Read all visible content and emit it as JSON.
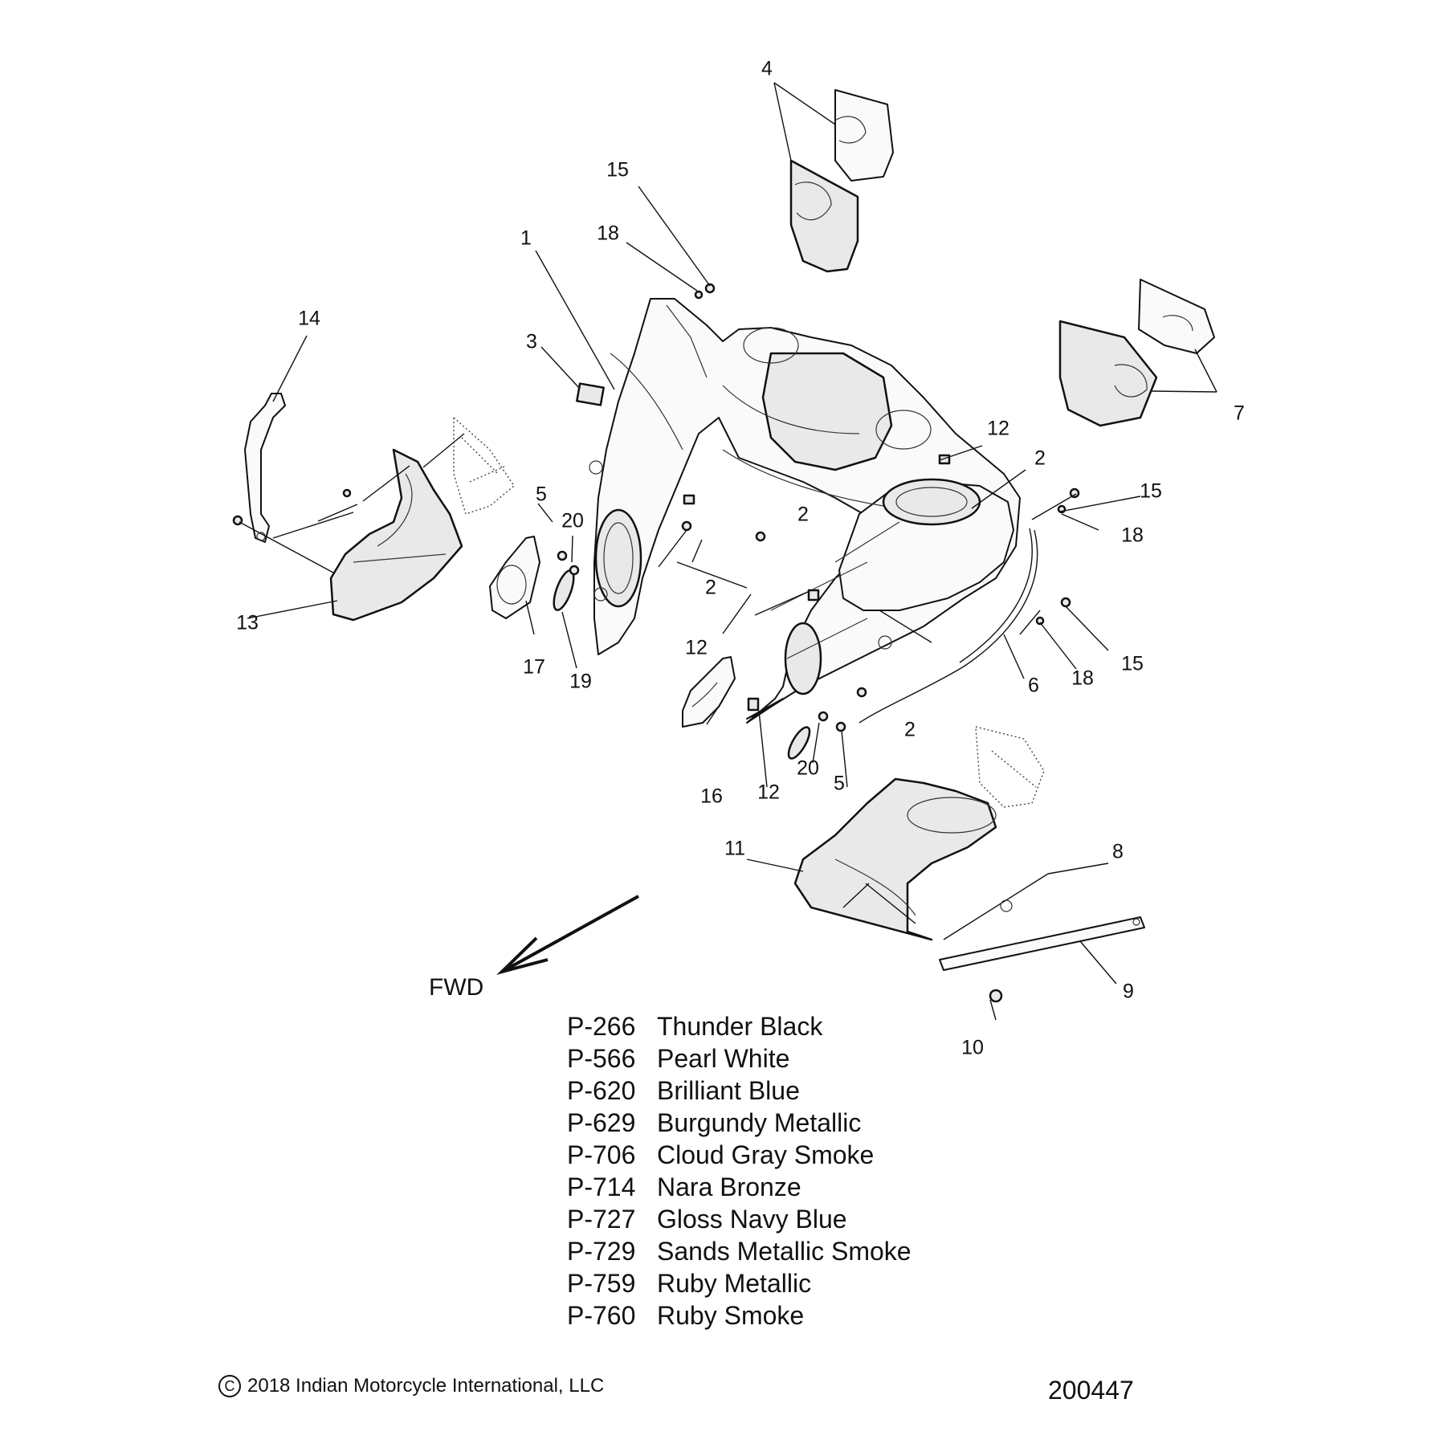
{
  "diagram": {
    "fwd_label": "FWD",
    "callouts": {
      "c1": "1",
      "c2a": "2",
      "c2b": "2",
      "c2c": "2",
      "c2d": "2",
      "c3": "3",
      "c4": "4",
      "c5a": "5",
      "c5b": "5",
      "c6": "6",
      "c7": "7",
      "c8": "8",
      "c9": "9",
      "c10": "10",
      "c11": "11",
      "c12a": "12",
      "c12b": "12",
      "c12c": "12",
      "c13": "13",
      "c14": "14",
      "c15a": "15",
      "c15b": "15",
      "c15c": "15",
      "c16": "16",
      "c17": "17",
      "c18a": "18",
      "c18b": "18",
      "c18c": "18",
      "c19": "19",
      "c20a": "20",
      "c20b": "20"
    }
  },
  "legend": [
    {
      "code": "P-266",
      "name": "Thunder Black"
    },
    {
      "code": "P-566",
      "name": "Pearl White"
    },
    {
      "code": "P-620",
      "name": "Brilliant Blue"
    },
    {
      "code": "P-629",
      "name": "Burgundy Metallic"
    },
    {
      "code": "P-706",
      "name": "Cloud Gray Smoke"
    },
    {
      "code": "P-714",
      "name": "Nara Bronze"
    },
    {
      "code": "P-727",
      "name": "Gloss Navy Blue"
    },
    {
      "code": "P-729",
      "name": "Sands Metallic Smoke"
    },
    {
      "code": "P-759",
      "name": "Ruby Metallic"
    },
    {
      "code": "P-760",
      "name": "Ruby Smoke"
    }
  ],
  "footer": {
    "copyright_symbol": "C",
    "copyright": "2018 Indian Motorcycle International, LLC",
    "drawing_number": "200447"
  }
}
